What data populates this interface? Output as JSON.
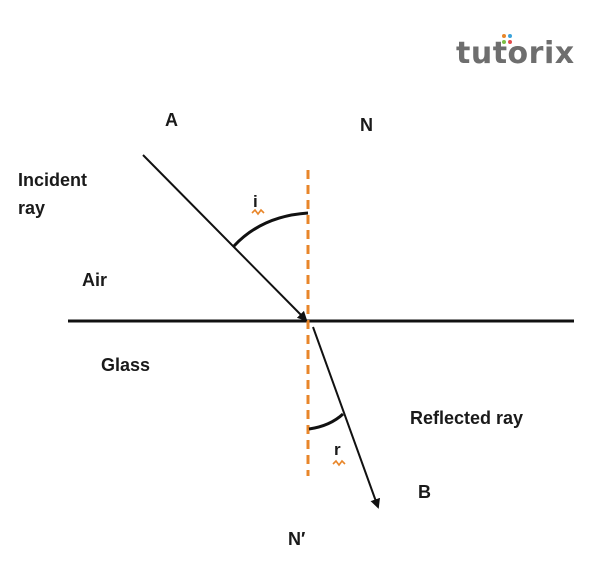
{
  "logo": {
    "text": "tutorix",
    "dot_colors": [
      "#e8862a",
      "#3aa3db",
      "#7cbf44",
      "#e24b4b"
    ]
  },
  "labels": {
    "point_a": "A",
    "point_n": "N",
    "point_b": "B",
    "point_n_prime": "N′",
    "incident_line1": "Incident",
    "incident_line2": "ray",
    "air": "Air",
    "glass": "Glass",
    "reflected_ray": "Reflected ray",
    "angle_i": "i",
    "angle_r": "r"
  },
  "colors": {
    "normal": "#e8862a",
    "lines": "#111111",
    "squiggle": "#e8862a"
  }
}
